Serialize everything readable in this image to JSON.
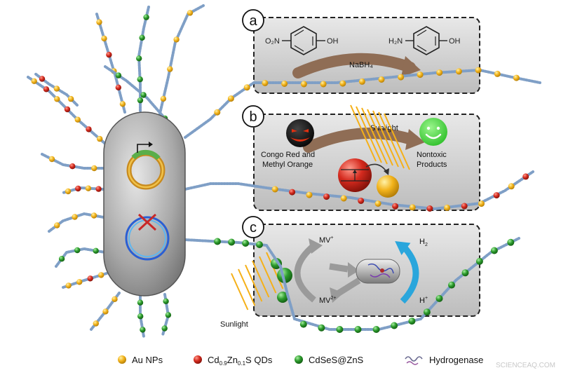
{
  "panels": [
    {
      "letter": "a",
      "reactant": "O₂N",
      "reactant_oh": "OH",
      "product": "H₂N",
      "product_oh": "OH",
      "reagent": "NaBH₄"
    },
    {
      "letter": "b",
      "sunlight": "Sunlight",
      "dye_line1": "Congo Red and",
      "dye_line2": "Methyl Orange",
      "product_line1": "Nontoxic",
      "product_line2": "Products"
    },
    {
      "letter": "c",
      "mv_plus": "MV",
      "mv_plus_sup": "+",
      "mv_2plus": "MV",
      "mv_2plus_sup": "2+",
      "h2": "H",
      "h2_sub": "2",
      "hplus": "H",
      "hplus_sup": "+",
      "sunlight": "Sunlight"
    }
  ],
  "legend": [
    {
      "label_main": "Au NPs",
      "color": "#f2b31c"
    },
    {
      "label_main": "Cd",
      "sub1": "0.9",
      "mid": "Zn",
      "sub2": "0.1",
      "tail": "S QDs",
      "color": "#d42a1e"
    },
    {
      "label_main": "CdSeS@ZnS",
      "color": "#2c9a2c"
    },
    {
      "label_main": "Hydrogenase",
      "color": "#8a8aa8"
    }
  ],
  "watermark": "SCIENCEAQ.COM",
  "colors": {
    "au": "#f2b31c",
    "qd": "#d42a1e",
    "green": "#2c9a2c",
    "nanowire": "#7f9fc6",
    "panel_bg": "#d4d4d4",
    "arrow_brown": "#8f6d55",
    "cycle_gray": "#9a9a9a",
    "cycle_blue": "#2aa6dc"
  }
}
